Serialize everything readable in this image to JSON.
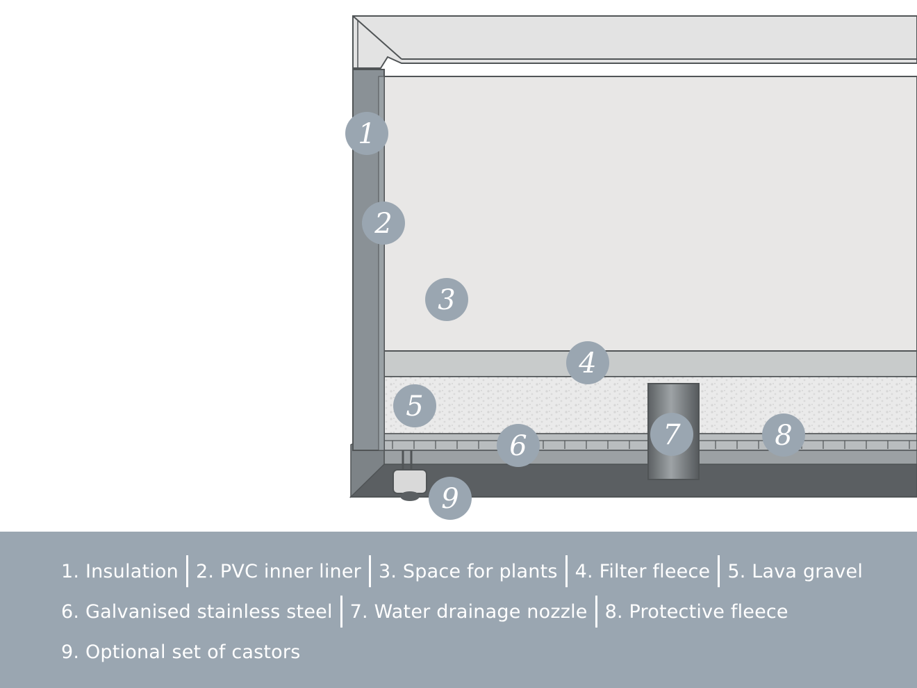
{
  "diagram": {
    "callouts": [
      {
        "number": "1",
        "label": "Insulation"
      },
      {
        "number": "2",
        "label": "PVC inner liner"
      },
      {
        "number": "3",
        "label": "Space for plants"
      },
      {
        "number": "4",
        "label": "Filter fleece"
      },
      {
        "number": "5",
        "label": "Lava gravel"
      },
      {
        "number": "6",
        "label": "Galvanised stainless steel"
      },
      {
        "number": "7",
        "label": "Water drainage nozzle"
      },
      {
        "number": "8",
        "label": "Protective fleece"
      },
      {
        "number": "9",
        "label": "Optional set of castors"
      }
    ],
    "colors": {
      "badge": "#9aa6b1",
      "panel": "#9aa6b1",
      "wall": "#8a9196",
      "base": "#5b5f62",
      "interior": "#e8e7e6",
      "fleece": "#c8cbcb",
      "gravel": "#e9e9e9",
      "outline": "#505456"
    }
  },
  "legend": {
    "lines": [
      [
        "1. Insulation",
        "2. PVC inner liner",
        "3. Space for plants",
        "4. Filter fleece",
        "5. Lava gravel"
      ],
      [
        "6. Galvanised stainless steel",
        "7. Water drainage nozzle",
        "8. Protective fleece"
      ],
      [
        "9. Optional set of castors"
      ]
    ]
  }
}
